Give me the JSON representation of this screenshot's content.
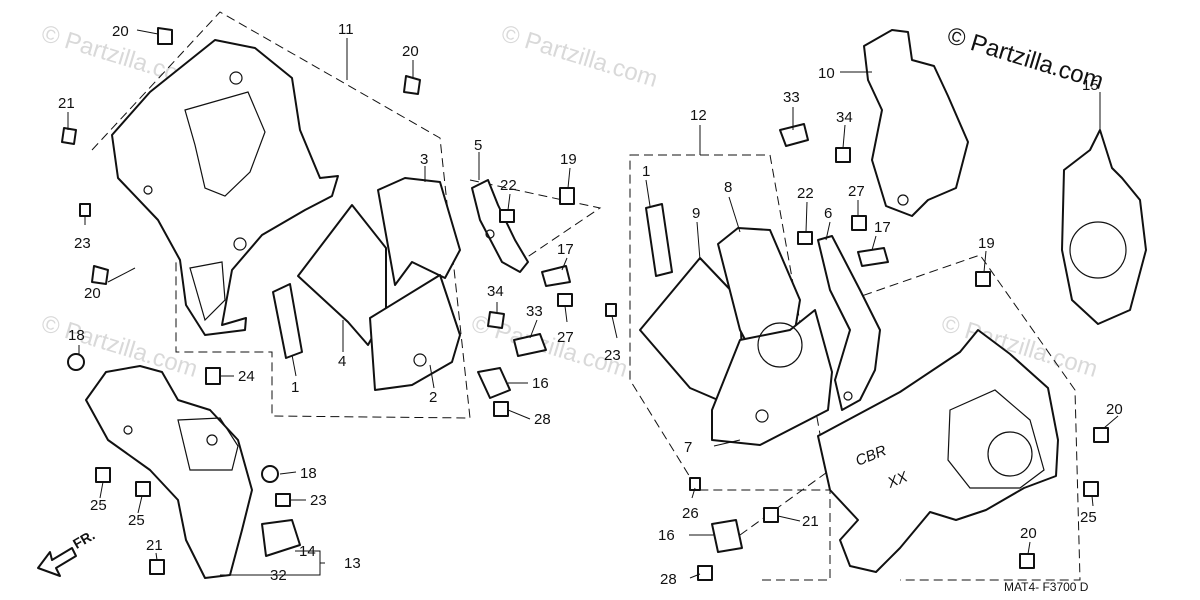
{
  "watermark": "© Partzilla.com",
  "diagram_code": "MAT4- F3700 D",
  "direction_label": "FR.",
  "brand_marks": [
    "CBR",
    "XX"
  ],
  "callouts": [
    "1",
    "2",
    "3",
    "4",
    "5",
    "6",
    "7",
    "8",
    "9",
    "10",
    "11",
    "12",
    "13",
    "14",
    "15",
    "16",
    "17",
    "18",
    "19",
    "20",
    "21",
    "22",
    "23",
    "24",
    "25",
    "26",
    "27",
    "28",
    "32",
    "33",
    "34"
  ]
}
